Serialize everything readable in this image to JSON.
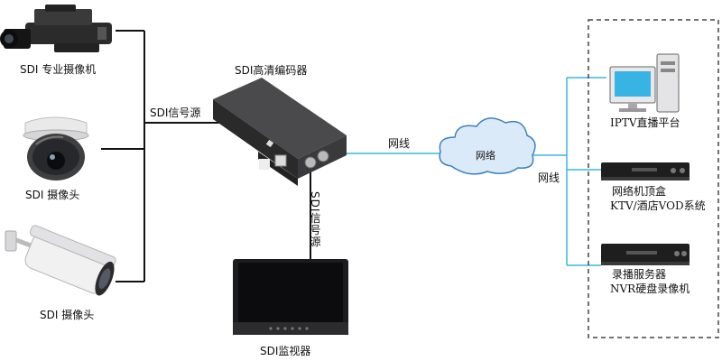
{
  "sources": {
    "camera_pro": "SDI 专业摄像机",
    "camera_dome": "SDI 摄像头",
    "camera_bullet": "SDI 摄像头",
    "bus_label": "SDI信号源"
  },
  "encoder": {
    "title": "SDI高清编码器",
    "vertical_label": "SDI信号源"
  },
  "monitor": {
    "title": "SDI监视器"
  },
  "network": {
    "link_left_label": "网线",
    "cloud_label": "网络",
    "link_right_label": "网线"
  },
  "destinations": {
    "iptv": "IPTV直播平台",
    "stb_line1": "网络机顶盒",
    "stb_line2": "KTV/酒店VOD系统",
    "nvr_line1": "录播服务器",
    "nvr_line2": "NVR硬盘录像机"
  },
  "colors": {
    "connector_black": "#111111",
    "network_cyan": "#38b8dc",
    "cloud_fill": "#dbeaf8",
    "cloud_stroke": "#3d7fc1",
    "device_dark": "#2b2b2b",
    "dashed_border": "#444444"
  }
}
